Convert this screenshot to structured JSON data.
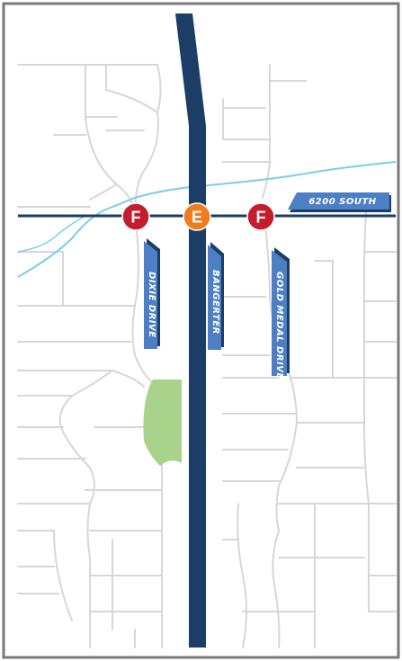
{
  "labels": {
    "street_6200_south": "6200 SOUTH",
    "dixie_drive": "DIXIE DRIVE",
    "bangerter": "BANGERTER",
    "gold_medal_drive": "GOLD MEDAL DRIVE"
  },
  "markers": {
    "dixie_marker": "F",
    "bangerter_marker": "E",
    "gold_medal_marker": "F"
  },
  "colors": {
    "highway": "#1b3d66",
    "cross_street": "#1b3d66",
    "local_roads": "#d7d7d7",
    "river": "#79cfe5",
    "park": "#a9d38b",
    "sign_fill": "#4d7fc4",
    "sign_shadow": "#1b3d66",
    "marker_red": "#c41e2e",
    "marker_orange": "#ef7d1e",
    "frame": "#7a7a7a"
  }
}
